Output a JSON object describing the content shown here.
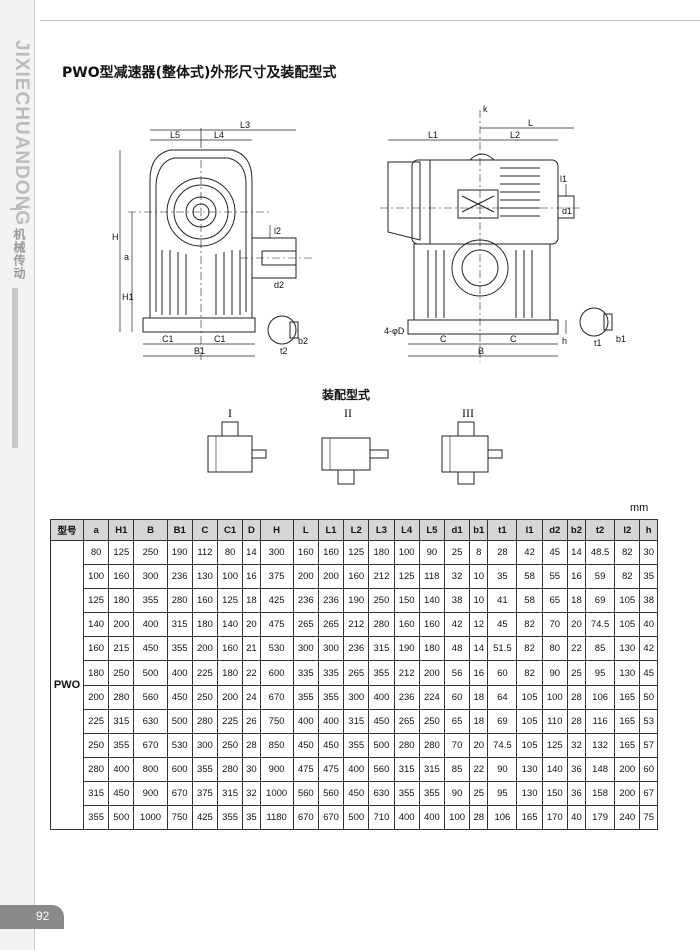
{
  "brand_vertical": "JIXIECHUANDONG",
  "brand_cn": "机械传动",
  "page_number": "92",
  "title": "PWO型减速器(整体式)外形尺寸及装配型式",
  "assembly_title": "装配型式",
  "assembly_types": [
    "I",
    "II",
    "III"
  ],
  "unit": "mm",
  "drawing_labels": {
    "left": [
      "L3",
      "L5",
      "L4",
      "H",
      "a",
      "H1",
      "l2",
      "d2",
      "C1",
      "C1",
      "B1",
      "t2",
      "b2"
    ],
    "right": [
      "k",
      "L1",
      "L",
      "L2",
      "l1",
      "d1",
      "4-φD",
      "C",
      "C",
      "B",
      "h",
      "t1",
      "b1"
    ]
  },
  "table": {
    "headers": [
      "型号",
      "a",
      "H1",
      "B",
      "B1",
      "C",
      "C1",
      "D",
      "H",
      "L",
      "L1",
      "L2",
      "L3",
      "L4",
      "L5",
      "d1",
      "b1",
      "t1",
      "l1",
      "d2",
      "b2",
      "t2",
      "l2",
      "h"
    ],
    "model": "PWO",
    "rows": [
      [
        "80",
        "125",
        "250",
        "190",
        "112",
        "80",
        "14",
        "300",
        "160",
        "160",
        "125",
        "180",
        "100",
        "90",
        "25",
        "8",
        "28",
        "42",
        "45",
        "14",
        "48.5",
        "82",
        "30"
      ],
      [
        "100",
        "160",
        "300",
        "236",
        "130",
        "100",
        "16",
        "375",
        "200",
        "200",
        "160",
        "212",
        "125",
        "118",
        "32",
        "10",
        "35",
        "58",
        "55",
        "16",
        "59",
        "82",
        "35"
      ],
      [
        "125",
        "180",
        "355",
        "280",
        "160",
        "125",
        "18",
        "425",
        "236",
        "236",
        "190",
        "250",
        "150",
        "140",
        "38",
        "10",
        "41",
        "58",
        "65",
        "18",
        "69",
        "105",
        "38"
      ],
      [
        "140",
        "200",
        "400",
        "315",
        "180",
        "140",
        "20",
        "475",
        "265",
        "265",
        "212",
        "280",
        "160",
        "160",
        "42",
        "12",
        "45",
        "82",
        "70",
        "20",
        "74.5",
        "105",
        "40"
      ],
      [
        "160",
        "215",
        "450",
        "355",
        "200",
        "160",
        "21",
        "530",
        "300",
        "300",
        "236",
        "315",
        "190",
        "180",
        "48",
        "14",
        "51.5",
        "82",
        "80",
        "22",
        "85",
        "130",
        "42"
      ],
      [
        "180",
        "250",
        "500",
        "400",
        "225",
        "180",
        "22",
        "600",
        "335",
        "335",
        "265",
        "355",
        "212",
        "200",
        "56",
        "16",
        "60",
        "82",
        "90",
        "25",
        "95",
        "130",
        "45"
      ],
      [
        "200",
        "280",
        "560",
        "450",
        "250",
        "200",
        "24",
        "670",
        "355",
        "355",
        "300",
        "400",
        "236",
        "224",
        "60",
        "18",
        "64",
        "105",
        "100",
        "28",
        "106",
        "165",
        "50"
      ],
      [
        "225",
        "315",
        "630",
        "500",
        "280",
        "225",
        "26",
        "750",
        "400",
        "400",
        "315",
        "450",
        "265",
        "250",
        "65",
        "18",
        "69",
        "105",
        "110",
        "28",
        "116",
        "165",
        "53"
      ],
      [
        "250",
        "355",
        "670",
        "530",
        "300",
        "250",
        "28",
        "850",
        "450",
        "450",
        "355",
        "500",
        "280",
        "280",
        "70",
        "20",
        "74.5",
        "105",
        "125",
        "32",
        "132",
        "165",
        "57"
      ],
      [
        "280",
        "400",
        "800",
        "600",
        "355",
        "280",
        "30",
        "900",
        "475",
        "475",
        "400",
        "560",
        "315",
        "315",
        "85",
        "22",
        "90",
        "130",
        "140",
        "36",
        "148",
        "200",
        "60"
      ],
      [
        "315",
        "450",
        "900",
        "670",
        "375",
        "315",
        "32",
        "1000",
        "560",
        "560",
        "450",
        "630",
        "355",
        "355",
        "90",
        "25",
        "95",
        "130",
        "150",
        "36",
        "158",
        "200",
        "67"
      ],
      [
        "355",
        "500",
        "1000",
        "750",
        "425",
        "355",
        "35",
        "1180",
        "670",
        "670",
        "500",
        "710",
        "400",
        "400",
        "100",
        "28",
        "106",
        "165",
        "170",
        "40",
        "179",
        "240",
        "75"
      ]
    ]
  }
}
